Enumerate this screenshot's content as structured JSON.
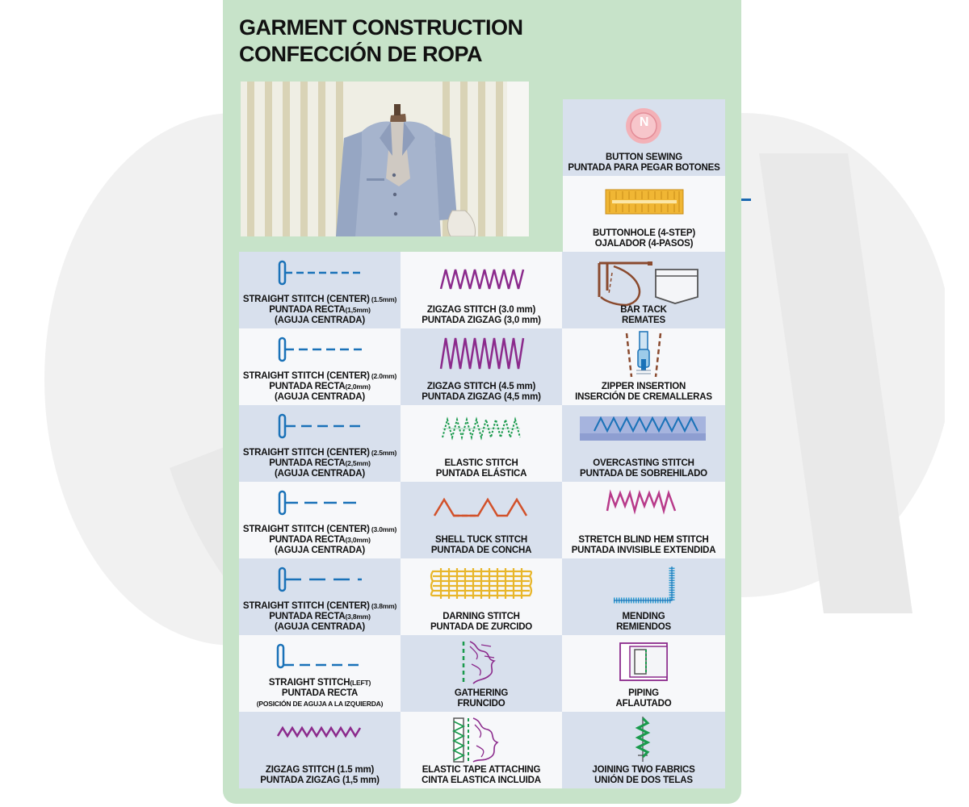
{
  "title": {
    "line1": "GARMENT CONSTRUCTION",
    "line2": "CONFECCIÓN DE ROPA"
  },
  "badge_letter": "N",
  "colors": {
    "card": "#c7e3c9",
    "cell_blue": "#d8e0ed",
    "cell_white": "#f7f8fa",
    "straight_stitch": "#1a72b8",
    "zigzag": "#8b2a8c",
    "elastic": "#1a9a4d",
    "shell_tuck": "#d2512a",
    "darning": "#e8b62b",
    "blind_hem": "#b83a8a",
    "mending": "#2a9ad0"
  },
  "stitches": {
    "button": {
      "l1": "BUTTON SEWING",
      "l2": "PUNTADA PARA PEGAR BOTONES"
    },
    "buttonhole": {
      "l1": "BUTTONHOLE (4-STEP)",
      "l2": "OJALADOR (4-PASOS)"
    },
    "s15": {
      "l1": "STRAIGHT STITCH (CENTER)",
      "l1s": " (1.5mm)",
      "l2": "PUNTADA RECTA",
      "l2s": "(1,5mm)",
      "l3": "(AGUJA CENTRADA)"
    },
    "zz30": {
      "l1": "ZIGZAG STITCH (3.0 mm)",
      "l2": "PUNTADA ZIGZAG (3,0 mm)"
    },
    "bartack": {
      "l1": "BAR TACK",
      "l2": "REMATES"
    },
    "s20": {
      "l1": "STRAIGHT STITCH (CENTER)",
      "l1s": " (2.0mm)",
      "l2": "PUNTADA RECTA",
      "l2s": "(2,0mm)",
      "l3": "(AGUJA CENTRADA)"
    },
    "zz45": {
      "l1": "ZIGZAG STITCH (4.5 mm)",
      "l2": "PUNTADA ZIGZAG (4,5 mm)"
    },
    "zipper": {
      "l1": "ZIPPER INSERTION",
      "l2": "INSERCIÓN DE CREMALLERAS"
    },
    "s25": {
      "l1": "STRAIGHT STITCH (CENTER)",
      "l1s": " (2.5mm)",
      "l2": "PUNTADA RECTA",
      "l2s": "(2,5mm)",
      "l3": "(AGUJA CENTRADA)"
    },
    "elastic": {
      "l1": "ELASTIC STITCH",
      "l2": "PUNTADA ELÁSTICA"
    },
    "overcast": {
      "l1": "OVERCASTING STITCH",
      "l2": "PUNTADA DE SOBREHILADO"
    },
    "s30": {
      "l1": "STRAIGHT STITCH (CENTER)",
      "l1s": " (3.0mm)",
      "l2": "PUNTADA RECTA",
      "l2s": "(3,0mm)",
      "l3": "(AGUJA CENTRADA)"
    },
    "shell": {
      "l1": "SHELL TUCK STITCH",
      "l2": "PUNTADA DE CONCHA"
    },
    "blindhem": {
      "l1": "STRETCH BLIND HEM STITCH",
      "l2": "PUNTADA INVISIBLE EXTENDIDA"
    },
    "s38": {
      "l1": "STRAIGHT STITCH (CENTER)",
      "l1s": " (3.8mm)",
      "l2": "PUNTADA RECTA",
      "l2s": "(3,8mm)",
      "l3": "(AGUJA CENTRADA)"
    },
    "darning": {
      "l1": "DARNING STITCH",
      "l2": "PUNTADA DE ZURCIDO"
    },
    "mending": {
      "l1": "MENDING",
      "l2": "REMIENDOS"
    },
    "sleft": {
      "l1": "STRAIGHT STITCH",
      "l1s": "(LEFT)",
      "l2": "PUNTADA RECTA",
      "l3": "(POSICIÓN DE AGUJA A LA IZQUIERDA)"
    },
    "gather": {
      "l1": "GATHERING",
      "l2": "FRUNCIDO"
    },
    "piping": {
      "l1": "PIPING",
      "l2": "AFLAUTADO"
    },
    "zz15": {
      "l1": "ZIGZAG STITCH (1.5 mm)",
      "l2": "PUNTADA ZIGZAG (1,5 mm)"
    },
    "tape": {
      "l1": "ELASTIC TAPE ATTACHING",
      "l2": "CINTA ELASTICA INCLUIDA"
    },
    "join": {
      "l1": "JOINING TWO FABRICS",
      "l2": "UNIÓN DE DOS TELAS"
    }
  }
}
